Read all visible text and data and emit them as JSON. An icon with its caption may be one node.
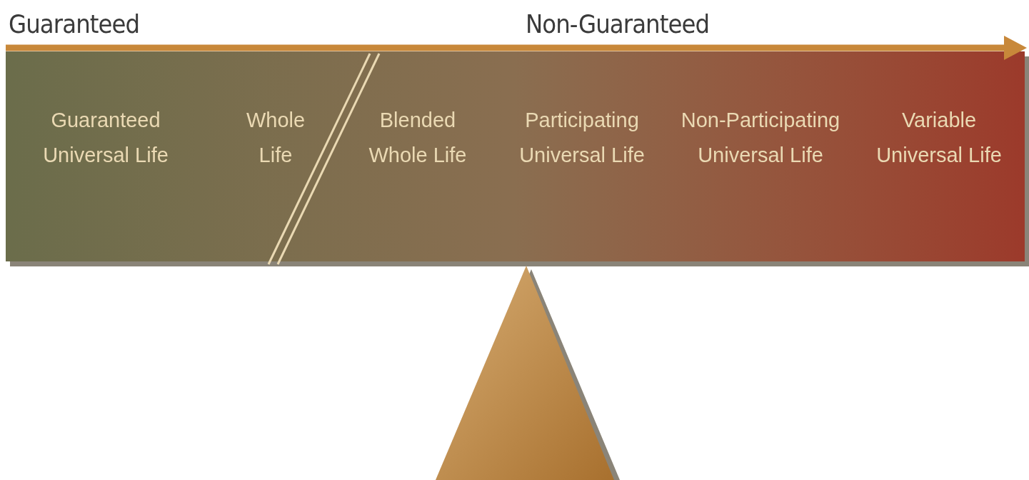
{
  "diagram": {
    "nodes": [
      {
        "text": [
          "Guaranteed Universal Life",
          "Whole Life",
          "Blended Whole Life",
          "Participating Universal Life",
          "Non-Participating Universal Life",
          "Variable Universal Life"
        ]
      }
    ],
    "labels": [
      "Guaranteed",
      "Non-Guaranteed"
    ]
  }
}
